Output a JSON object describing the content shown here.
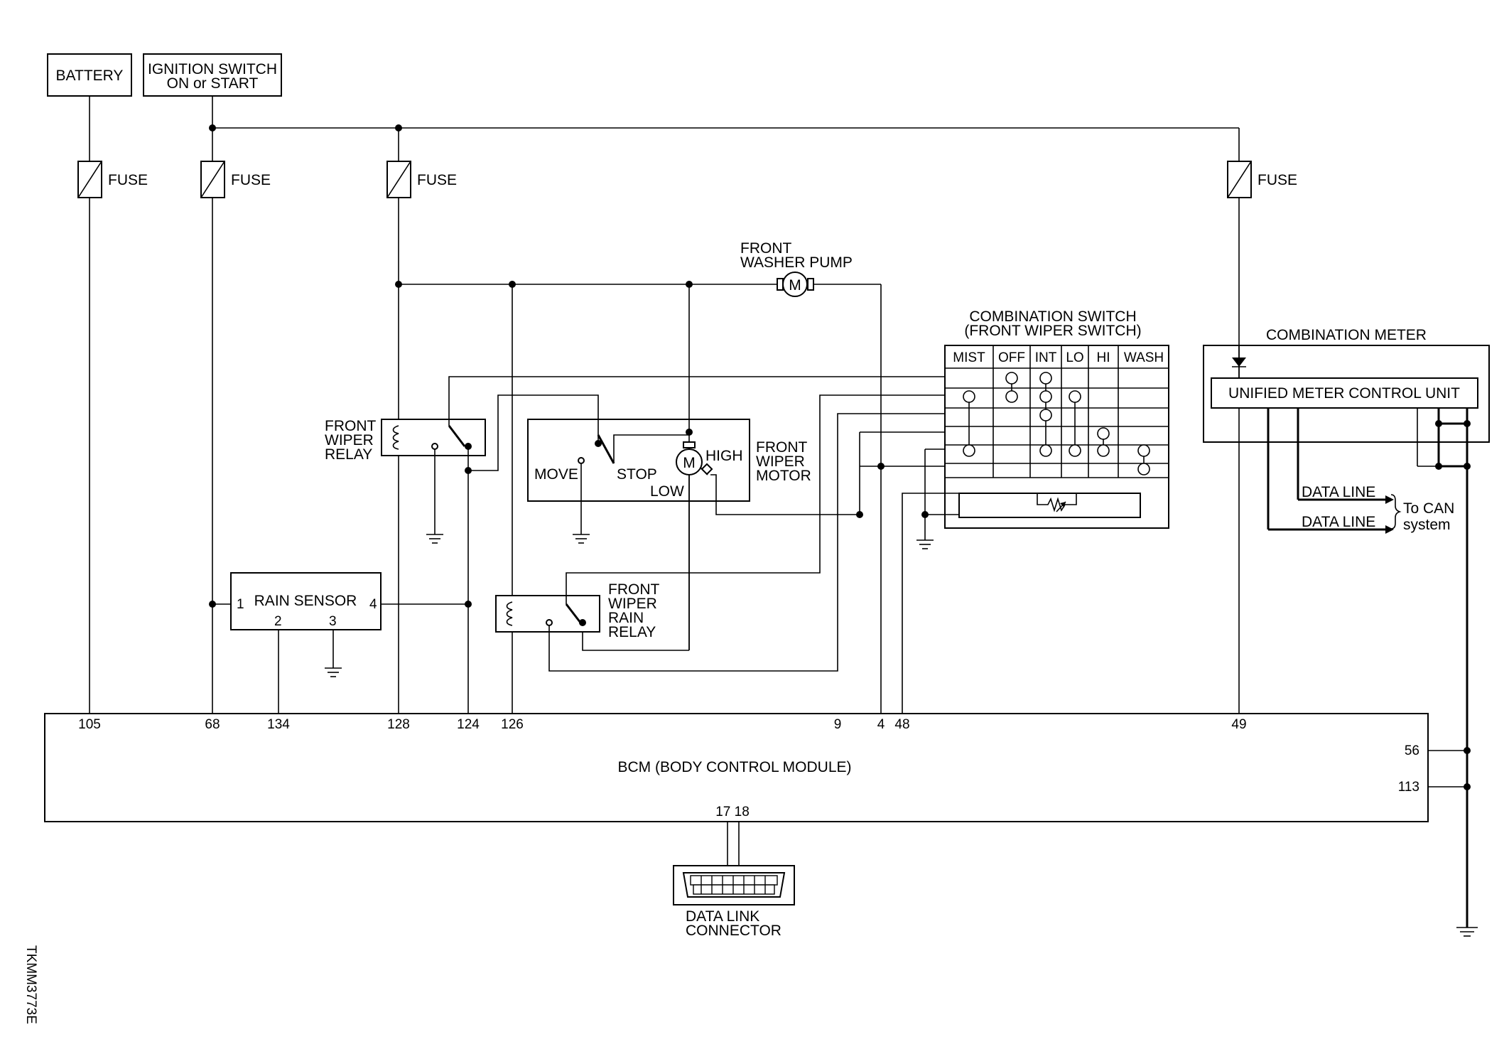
{
  "diagram_id": "TKMM3773E",
  "power": {
    "battery": "BATTERY",
    "ignition_line1": "IGNITION SWITCH",
    "ignition_line2": "ON or START",
    "fuse": "FUSE"
  },
  "washer_pump": {
    "line1": "FRONT",
    "line2": "WASHER PUMP",
    "motor": "M"
  },
  "wiper_relay": {
    "line1": "FRONT",
    "line2": "WIPER",
    "line3": "RELAY"
  },
  "wiper_motor": {
    "line1": "FRONT",
    "line2": "WIPER",
    "line3": "MOTOR",
    "move": "MOVE",
    "stop": "STOP",
    "high": "HIGH",
    "low": "LOW",
    "motor": "M"
  },
  "rain_sensor": {
    "label": "RAIN SENSOR",
    "pins": [
      "1",
      "2",
      "3",
      "4"
    ]
  },
  "rain_relay": {
    "line1": "FRONT",
    "line2": "WIPER",
    "line3": "RAIN",
    "line4": "RELAY"
  },
  "combination_switch": {
    "line1": "COMBINATION SWITCH",
    "line2": "(FRONT WIPER SWITCH)",
    "columns": [
      "MIST",
      "OFF",
      "INT",
      "LO",
      "HI",
      "WASH"
    ]
  },
  "combination_meter": {
    "title": "COMBINATION METER",
    "unit": "UNIFIED METER CONTROL UNIT",
    "data_line_1": "DATA LINE",
    "data_line_2": "DATA LINE",
    "can_line1": "To CAN",
    "can_line2": "system"
  },
  "bcm": {
    "label": "BCM (BODY CONTROL MODULE)",
    "pins_top": [
      "105",
      "68",
      "134",
      "128",
      "124",
      "126",
      "9",
      "4",
      "48",
      "49"
    ],
    "pins_right": [
      "56",
      "113"
    ],
    "pins_bottom": "17 18"
  },
  "dlc": {
    "line1": "DATA LINK",
    "line2": "CONNECTOR"
  }
}
